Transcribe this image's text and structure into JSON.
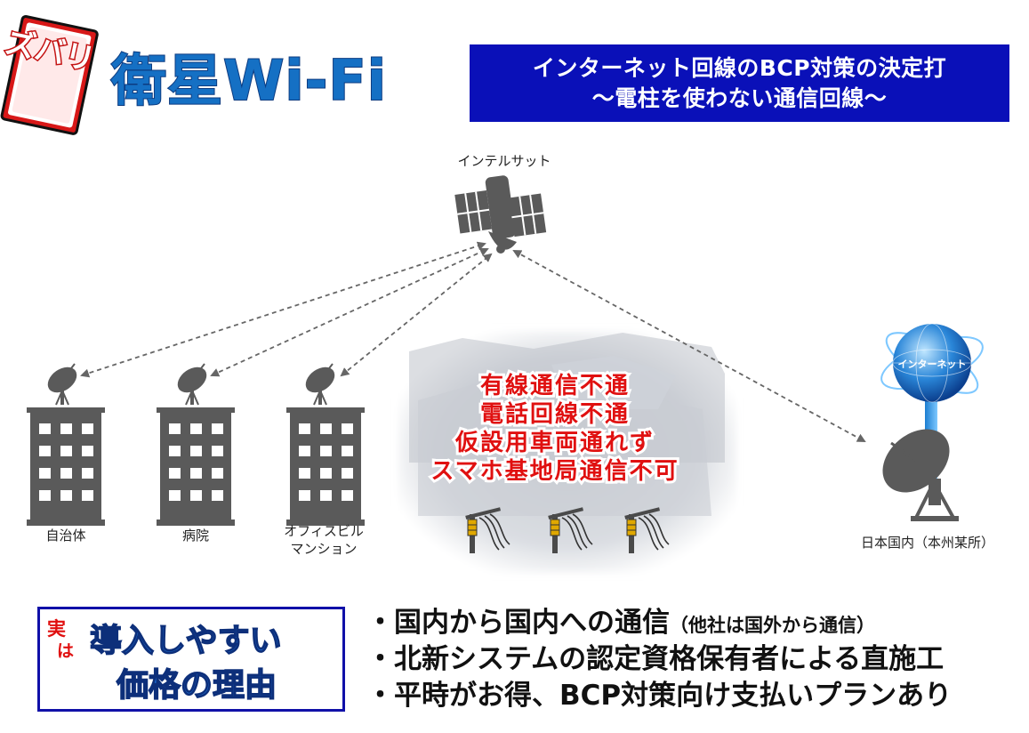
{
  "logo": {
    "badge": "ズバリ",
    "text": "衛星Wi-Fi"
  },
  "banner": {
    "line1": "インターネット回線のBCP対策の決定打",
    "line2": "～電柱を使わない通信回線～"
  },
  "satellite": {
    "label": "インテルサット"
  },
  "buildings": [
    {
      "label": "自治体"
    },
    {
      "label": "病院"
    },
    {
      "label_line1": "オフィスビル",
      "label_line2": "マンション"
    }
  ],
  "disaster_overlay": [
    "有線通信不通",
    "電話回線不通",
    "仮設用車両通れず",
    "スマホ基地局通信不可"
  ],
  "ground_station": {
    "label": "日本国内（本州某所）",
    "globe_label": "インターネット"
  },
  "reason": {
    "jitsu": "実",
    "wa": "は",
    "line1": "導入しやすい",
    "line2": "価格の理由"
  },
  "points": [
    {
      "main": "・国内から国内への通信",
      "note": "（他社は国外から通信）"
    },
    {
      "main": "・北新システムの認定資格保有者による直施工"
    },
    {
      "main": "・平時がお得、BCP対策向け支払いプランあり"
    }
  ],
  "colors": {
    "banner": "#0a10b8",
    "logo_blue": "#1570c4",
    "alert_red": "#e01010",
    "icon_gray": "#5a5a5a"
  }
}
